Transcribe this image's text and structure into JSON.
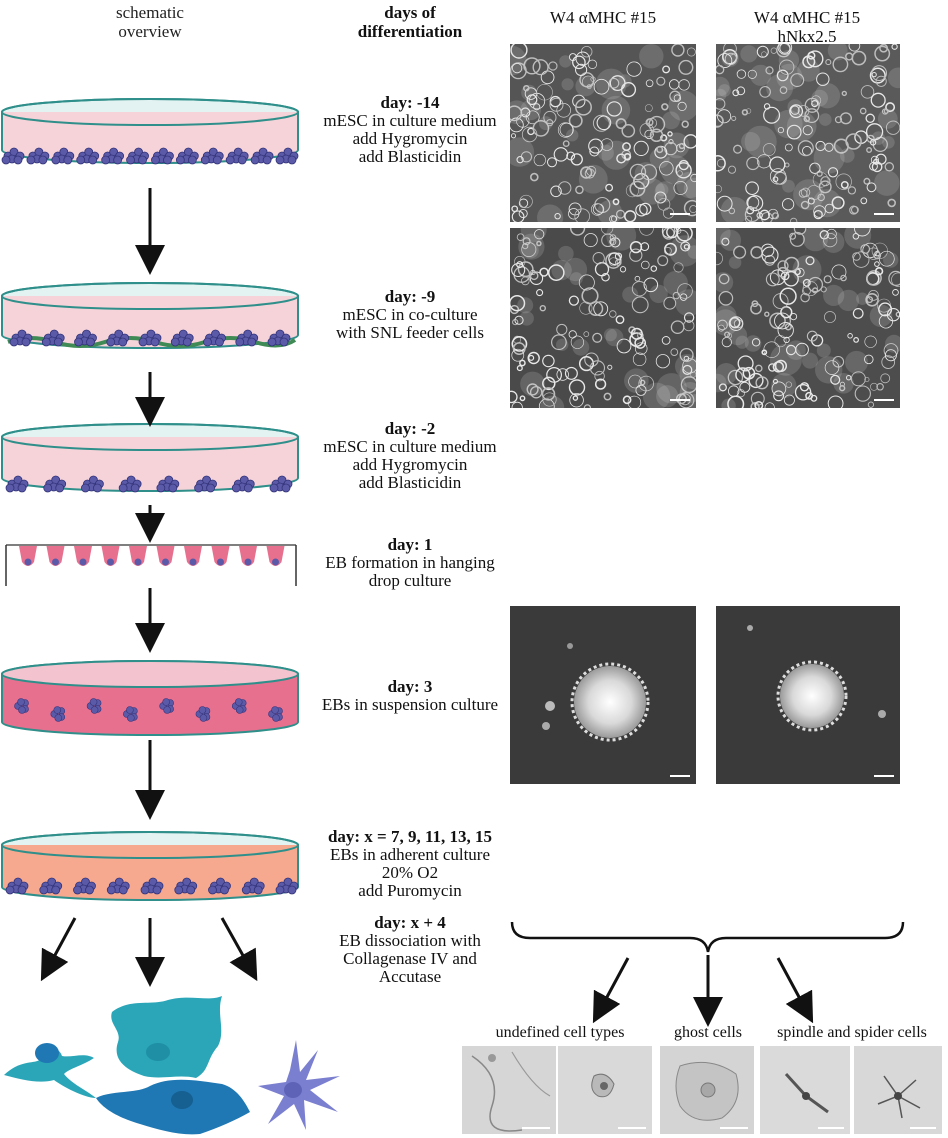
{
  "headers": {
    "schematic": [
      "schematic",
      "overview"
    ],
    "days": [
      "days of",
      "differentiation"
    ]
  },
  "columns": {
    "col1": [
      "W4 αMHC #15"
    ],
    "col2": [
      "W4 αMHC #15",
      "hNkx2.5"
    ]
  },
  "steps": [
    {
      "day": "day: -14",
      "lines": [
        "mESC in culture medium",
        "add Hygromycin",
        "add Blasticidin"
      ]
    },
    {
      "day": "day: -9",
      "lines": [
        "mESC in co-culture",
        "with SNL feeder cells"
      ]
    },
    {
      "day": "day: -2",
      "lines": [
        "mESC in culture medium",
        "add Hygromycin",
        "add Blasticidin"
      ]
    },
    {
      "day": "day: 1",
      "lines": [
        "EB formation in hanging",
        "drop culture"
      ]
    },
    {
      "day": "day: 3",
      "lines": [
        "EBs in suspension culture"
      ]
    },
    {
      "day": "day: x = 7, 9, 11, 13, 15",
      "lines": [
        "EBs in adherent culture",
        "20% O2",
        "add Puromycin"
      ]
    },
    {
      "day": "day: x + 4",
      "lines": [
        "EB dissociation with",
        "Collagenase IV and",
        "Accutase"
      ]
    }
  ],
  "cell_captions": [
    "undefined cell types",
    "ghost cells",
    "spindle and spider cells"
  ],
  "colors": {
    "dish_rim": "#2f8f8a",
    "dish_medium": "#f6d3d8",
    "dish_medium_pink": "#e8708f",
    "dish_medium_peach": "#f6a98e",
    "colony": "#5a5aa8",
    "feeder": "#3f8a55",
    "cell_teal": "#2aa6b8",
    "cell_blue": "#1f78b4",
    "cell_purple": "#7b7fd0"
  }
}
